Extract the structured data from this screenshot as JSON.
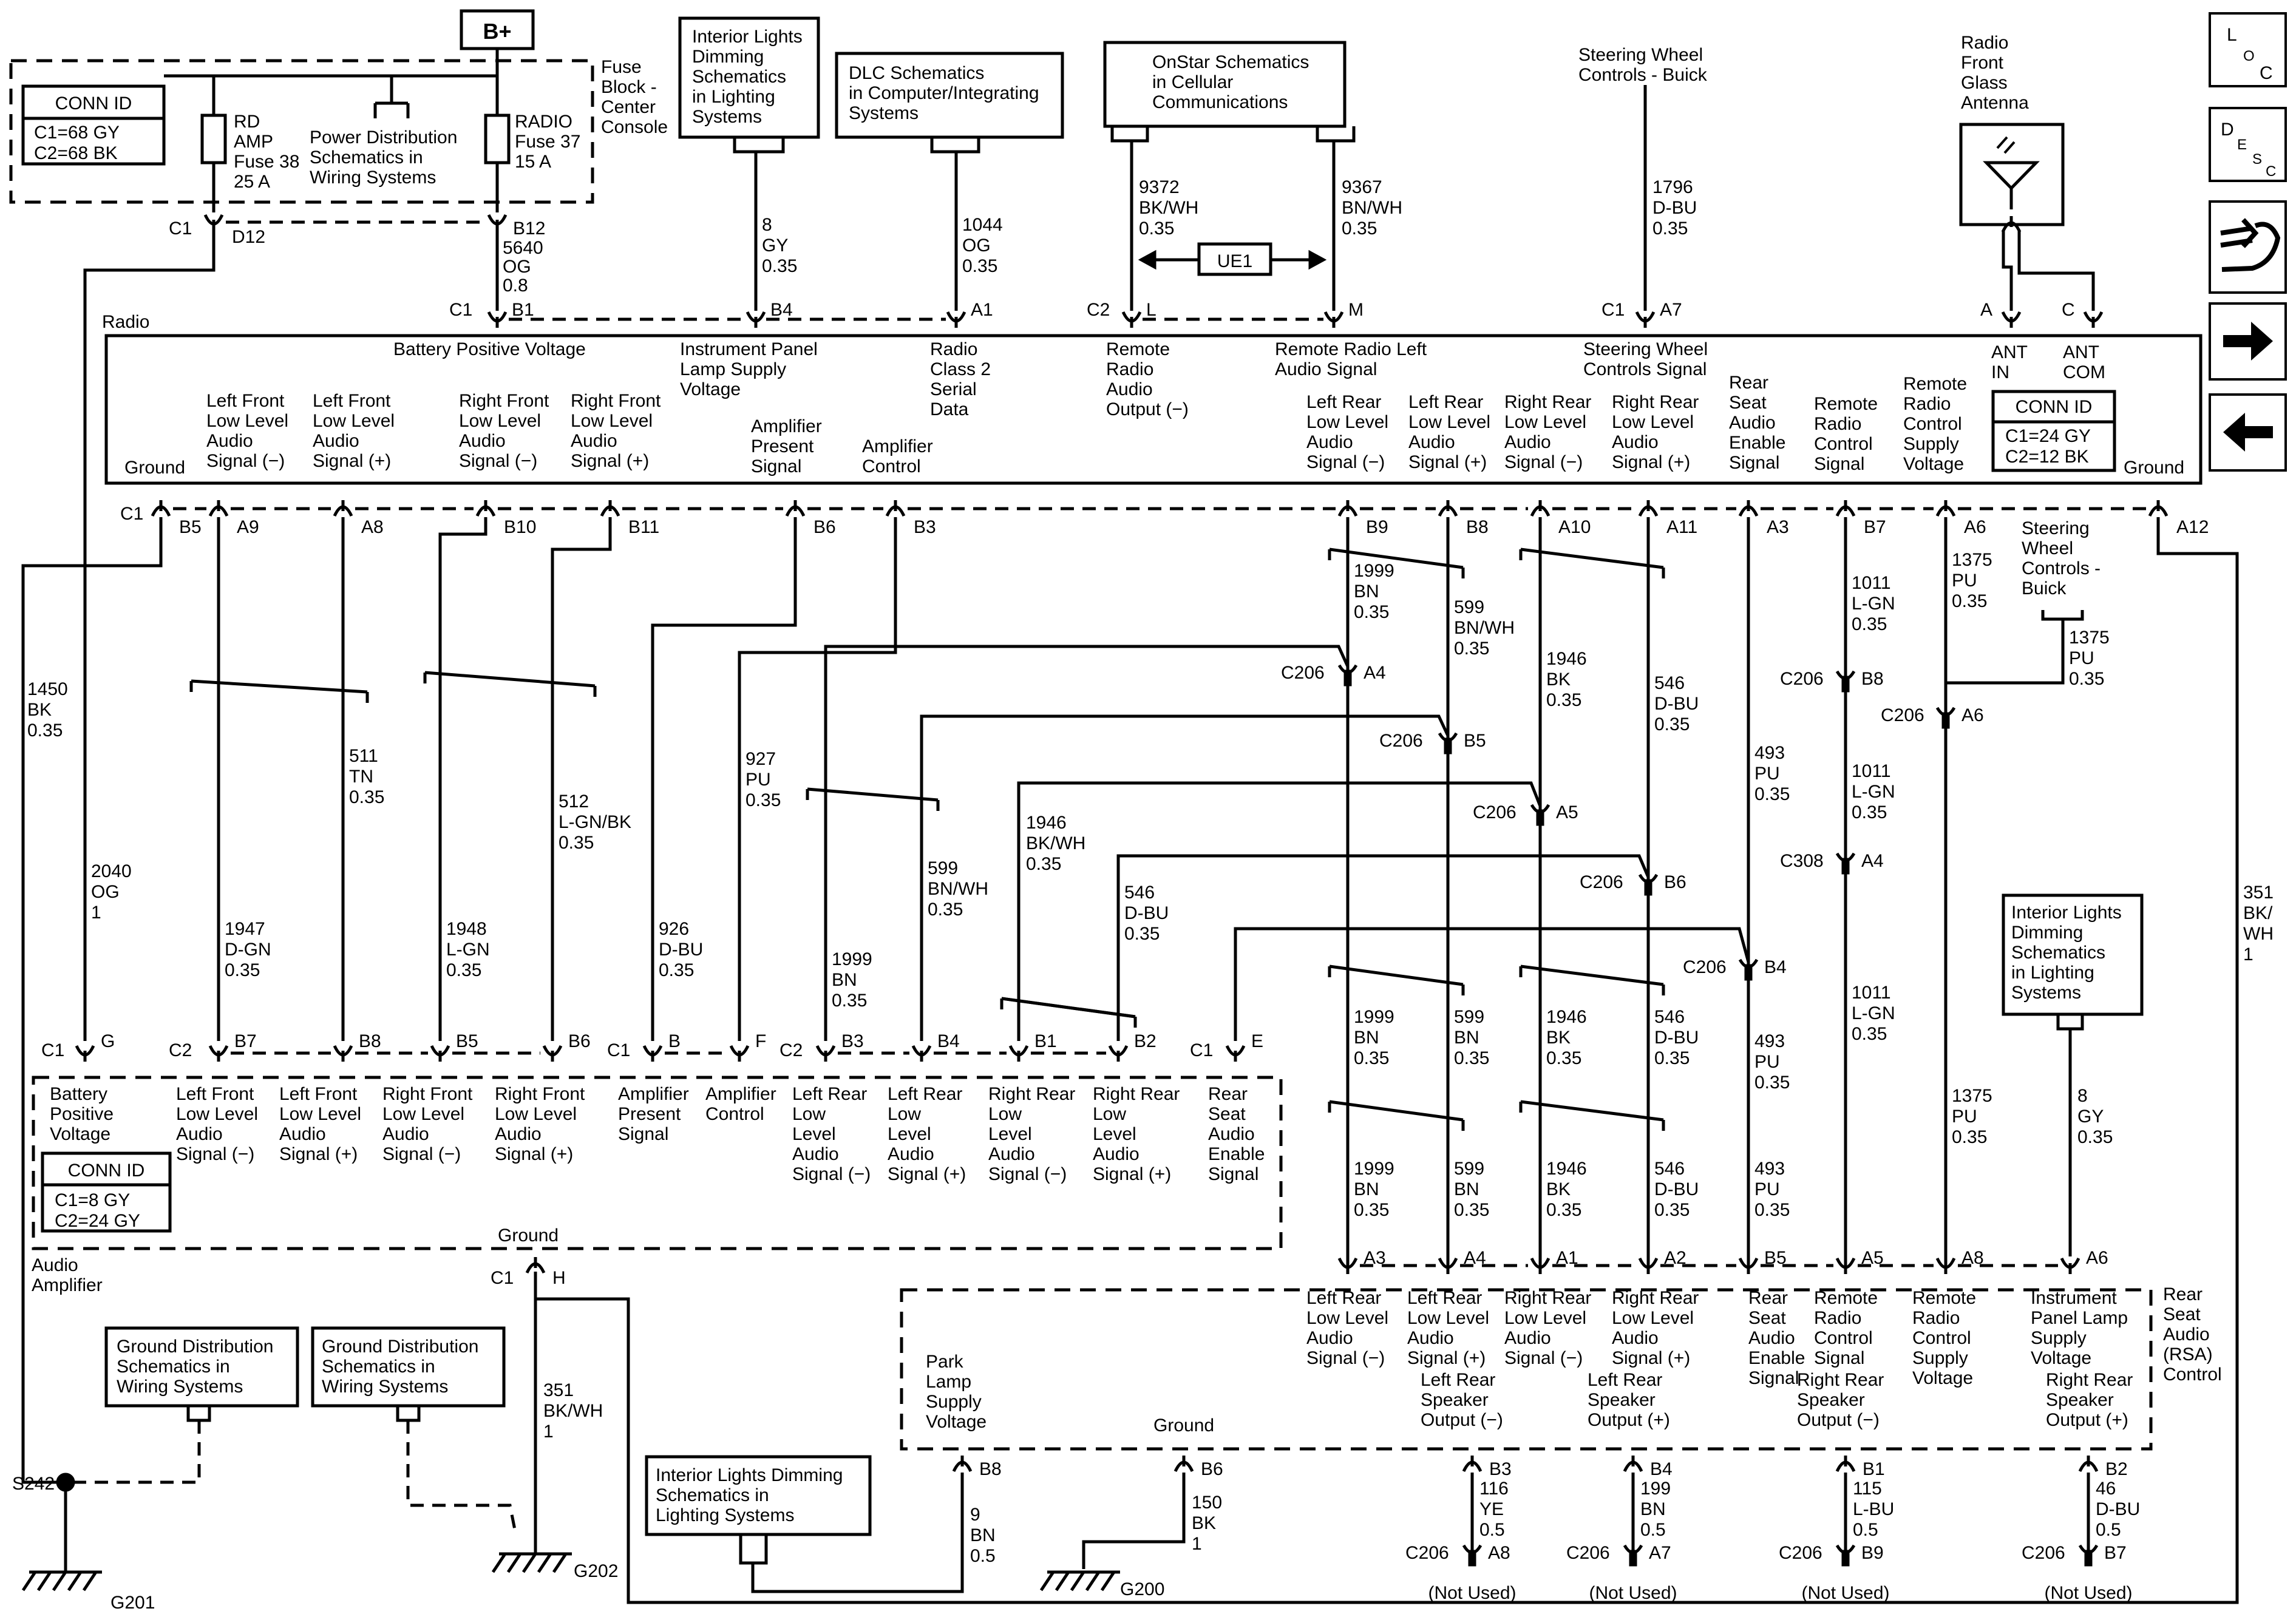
{
  "power": {
    "bplus": "B+"
  },
  "fuse_block": {
    "title": [
      "Fuse",
      "Block -",
      "Center",
      "Console"
    ],
    "conn_title": "CONN ID",
    "conn_lines": [
      "C1=68 GY",
      "C2=68 BK"
    ],
    "fuse_rd": [
      "RD",
      "AMP",
      "Fuse 38",
      "25 A"
    ],
    "fuse_radio": [
      "RADIO",
      "Fuse 37",
      "15 A"
    ],
    "power_dist": [
      "Power Distribution",
      "Schematics in",
      "Wiring  Systems"
    ],
    "c1": "C1",
    "d12": "D12",
    "b12": "B12"
  },
  "refs": {
    "interior_top": [
      "Interior Lights",
      "Dimming",
      "Schematics",
      "in Lighting",
      "Systems"
    ],
    "dlc": [
      "DLC Schematics",
      "in Computer/Integrating",
      "Systems"
    ],
    "onstar": [
      "OnStar Schematics",
      "in Cellular",
      "Communications"
    ],
    "steering_top": [
      "Steering Wheel",
      "Controls - Buick"
    ],
    "antenna": [
      "Radio",
      "Front",
      "Glass",
      "Antenna"
    ],
    "interior_right": [
      "Interior Lights",
      "Dimming",
      "Schematics",
      "in Lighting",
      "Systems"
    ],
    "interior_bottom": [
      "Interior Lights Dimming",
      "Schematics in",
      "Lighting Systems"
    ],
    "ground_dist_1": [
      "Ground Distribution",
      "Schematics in",
      "Wiring Systems"
    ],
    "ground_dist_2": [
      "Ground Distribution",
      "Schematics in",
      "Wiring Systems"
    ],
    "steering_mid": [
      "Steering",
      "Wheel",
      "Controls -",
      "Buick"
    ]
  },
  "wires": {
    "w5640": [
      "5640",
      "OG",
      "0.8"
    ],
    "w8gy": [
      "8",
      "GY",
      "0.35"
    ],
    "w1044": [
      "1044",
      "OG",
      "0.35"
    ],
    "w9372": [
      "9372",
      "BK/WH",
      "0.35"
    ],
    "w9367": [
      "9367",
      "BN/WH",
      "0.35"
    ],
    "w1796": [
      "1796",
      "D-BU",
      "0.35"
    ],
    "w1450": [
      "1450",
      "BK",
      "0.35"
    ],
    "w2040": [
      "2040",
      "OG",
      "1"
    ],
    "w1947": [
      "1947",
      "D-GN",
      "0.35"
    ],
    "w511": [
      "511",
      "TN",
      "0.35"
    ],
    "w1948": [
      "1948",
      "L-GN",
      "0.35"
    ],
    "w512": [
      "512",
      "L-GN/BK",
      "0.35"
    ],
    "w926": [
      "926",
      "D-BU",
      "0.35"
    ],
    "w927": [
      "927",
      "PU",
      "0.35"
    ],
    "w1999b": [
      "1999",
      "BN",
      "0.35"
    ],
    "w599b": [
      "599",
      "BN/WH",
      "0.35"
    ],
    "w1946b": [
      "1946",
      "BK/WH",
      "0.35"
    ],
    "w546b": [
      "546",
      "D-BU",
      "0.35"
    ],
    "w1999r1": [
      "1999",
      "BN",
      "0.35"
    ],
    "w599r1": [
      "599",
      "BN/WH",
      "0.35"
    ],
    "w1946r1": [
      "1946",
      "BK",
      "0.35"
    ],
    "w546r1": [
      "546",
      "D-BU",
      "0.35"
    ],
    "w493r1": [
      "493",
      "PU",
      "0.35"
    ],
    "w1011r1": [
      "1011",
      "L-GN",
      "0.35"
    ],
    "w1011r2": [
      "1011",
      "L-GN",
      "0.35"
    ],
    "w1011r3": [
      "1011",
      "L-GN",
      "0.35"
    ],
    "w1375r1": [
      "1375",
      "PU",
      "0.35"
    ],
    "w1375s": [
      "1375",
      "PU",
      "0.35"
    ],
    "w1375r2": [
      "1375",
      "PU",
      "0.35"
    ],
    "w351r": [
      "351",
      "BK/",
      "WH",
      "1"
    ],
    "w1999r2": [
      "1999",
      "BN",
      "0.35"
    ],
    "w599r2": [
      "599",
      "BN",
      "0.35"
    ],
    "w1946r2": [
      "1946",
      "BK",
      "0.35"
    ],
    "w546r2": [
      "546",
      "D-BU",
      "0.35"
    ],
    "w493r2": [
      "493",
      "PU",
      "0.35"
    ],
    "w1999r3": [
      "1999",
      "BN",
      "0.35"
    ],
    "w599r3": [
      "599",
      "BN",
      "0.35"
    ],
    "w1946r3": [
      "1946",
      "BK",
      "0.35"
    ],
    "w546r3": [
      "546",
      "D-BU",
      "0.35"
    ],
    "w493r3": [
      "493",
      "PU",
      "0.35"
    ],
    "w8gy_r": [
      "8",
      "GY",
      "0.35"
    ],
    "w351a": [
      "351",
      "BK/WH",
      "1"
    ],
    "w9": [
      "9",
      "BN",
      "0.5"
    ],
    "w150": [
      "150",
      "BK",
      "1"
    ],
    "w116": [
      "116",
      "YE",
      "0.5"
    ],
    "w199": [
      "199",
      "BN",
      "0.5"
    ],
    "w115": [
      "115",
      "L-BU",
      "0.5"
    ],
    "w46": [
      "46",
      "D-BU",
      "0.5"
    ]
  },
  "radio": {
    "title": "Radio",
    "conn_title": "CONN ID",
    "conn_lines": [
      "C1=24 GY",
      "C2=12 BK"
    ],
    "top_signals": {
      "battery": [
        "Battery Positive Voltage"
      ],
      "ip_lamp": [
        "Instrument Panel",
        "Lamp Supply",
        "Voltage"
      ],
      "class2": [
        "Radio",
        "Class 2",
        "Serial",
        "Data"
      ],
      "remote_out": [
        "Remote",
        "Radio",
        "Audio",
        "Output (−)"
      ],
      "remote_left": [
        "Remote Radio Left",
        "Audio Signal"
      ],
      "steering": [
        "Steering Wheel",
        "Controls Signal"
      ],
      "ant_in": [
        "ANT",
        "IN"
      ],
      "ant_com": [
        "ANT",
        "COM"
      ]
    },
    "bottom_signals": {
      "ground_l": [
        "Ground"
      ],
      "lf_neg": [
        "Left Front",
        "Low Level",
        "Audio",
        "Signal (−)"
      ],
      "lf_pos": [
        "Left Front",
        "Low Level",
        "Audio",
        "Signal (+)"
      ],
      "rf_neg": [
        "Right Front",
        "Low Level",
        "Audio",
        "Signal (−)"
      ],
      "rf_pos": [
        "Right Front",
        "Low Level",
        "Audio",
        "Signal (+)"
      ],
      "amp_present": [
        "Amplifier",
        "Present",
        "Signal"
      ],
      "amp_control": [
        "Amplifier",
        "Control"
      ],
      "lr_neg": [
        "Left Rear",
        "Low Level",
        "Audio",
        "Signal (−)"
      ],
      "lr_pos": [
        "Left Rear",
        "Low Level",
        "Audio",
        "Signal (+)"
      ],
      "rr_neg": [
        "Right Rear",
        "Low Level",
        "Audio",
        "Signal (−)"
      ],
      "rr_pos": [
        "Right Rear",
        "Low Level",
        "Audio",
        "Signal (+)"
      ],
      "rsa_enable": [
        "Rear",
        "Seat",
        "Audio",
        "Enable",
        "Signal"
      ],
      "remote_ctrl": [
        "Remote",
        "Radio",
        "Control",
        "Signal"
      ],
      "remote_supply": [
        "Remote",
        "Radio",
        "Control",
        "Supply",
        "Voltage"
      ],
      "ground_r": [
        "Ground"
      ]
    }
  },
  "pins": {
    "c1": "C1",
    "c2": "C2",
    "b1": "B1",
    "b4": "B4",
    "a1": "A1",
    "l": "L",
    "m": "M",
    "a7": "A7",
    "a": "A",
    "c": "C",
    "b5": "B5",
    "a9": "A9",
    "a8": "A8",
    "b10": "B10",
    "b11": "B11",
    "b6": "B6",
    "b3": "B3",
    "b9": "B9",
    "b8": "B8",
    "a10": "A10",
    "a11": "A11",
    "a3": "A3",
    "b7": "B7",
    "a6": "A6",
    "a12": "A12",
    "ue1": "UE1",
    "c206": "C206",
    "a4": "A4",
    "a5": "A5",
    "b6c": "B6",
    "b4c": "B4",
    "b5c": "B5",
    "b8c": "B8",
    "a6c": "A6",
    "c308": "C308",
    "a4c308": "A4",
    "g": "G",
    "b7a": "B7",
    "b8a": "B8",
    "b5a": "B5",
    "b6a": "B6",
    "b": "B",
    "f": "F",
    "b3a": "B3",
    "b4a": "B4",
    "b1a": "B1",
    "b2a": "B2",
    "e": "E",
    "h": "H",
    "ground_amp": "Ground",
    "rsa_a3": "A3",
    "rsa_a4": "A4",
    "rsa_a1": "A1",
    "rsa_a2": "A2",
    "rsa_b5": "B5",
    "rsa_a5": "A5",
    "rsa_a8": "A8",
    "rsa_a6": "A6",
    "rsa_b8": "B8",
    "rsa_b6": "B6",
    "rsa_ground": "Ground",
    "rsa_b3": "B3",
    "rsa_b4": "B4",
    "rsa_b1": "B1",
    "rsa_b2": "B2",
    "c206_a8": "A8",
    "c206_a7": "A7",
    "c206_b9": "B9",
    "c206_b7": "B7",
    "not_used": "(Not Used)",
    "s242": "S242",
    "g201": "G201",
    "g202": "G202",
    "g200": "G200"
  },
  "amp": {
    "title": [
      "Audio",
      "Amplifier"
    ],
    "conn_title": "CONN ID",
    "conn_lines": [
      "C1=8 GY",
      "C2=24 GY"
    ],
    "signals": {
      "battery": [
        "Battery",
        "Positive",
        "Voltage"
      ],
      "lf_neg": [
        "Left Front",
        "Low Level",
        "Audio",
        "Signal (−)"
      ],
      "lf_pos": [
        "Left Front",
        "Low Level",
        "Audio",
        "Signal (+)"
      ],
      "rf_neg": [
        "Right Front",
        "Low Level",
        "Audio",
        "Signal (−)"
      ],
      "rf_pos": [
        "Right Front",
        "Low Level",
        "Audio",
        "Signal (+)"
      ],
      "amp_present": [
        "Amplifier",
        "Present",
        "Signal"
      ],
      "amp_control": [
        "Amplifier",
        "Control"
      ],
      "lr_neg": [
        "Left Rear",
        "Low",
        "Level",
        "Audio",
        "Signal (−)"
      ],
      "lr_pos": [
        "Left Rear",
        "Low",
        "Level",
        "Audio",
        "Signal (+)"
      ],
      "rr_neg": [
        "Right Rear",
        "Low",
        "Level",
        "Audio",
        "Signal (−)"
      ],
      "rr_pos": [
        "Right Rear",
        "Low",
        "Level",
        "Audio",
        "Signal (+)"
      ],
      "rsa_enable": [
        "Rear",
        "Seat",
        "Audio",
        "Enable",
        "Signal"
      ]
    }
  },
  "rsa": {
    "title": [
      "Rear",
      "Seat",
      "Audio",
      "(RSA)",
      "Control"
    ],
    "signals": {
      "lr_neg": [
        "Left Rear",
        "Low Level",
        "Audio",
        "Signal (−)"
      ],
      "lr_pos": [
        "Left Rear",
        "Low Level",
        "Audio",
        "Signal (+)"
      ],
      "rr_neg": [
        "Right Rear",
        "Low Level",
        "Audio",
        "Signal (−)"
      ],
      "rr_pos": [
        "Right Rear",
        "Low Level",
        "Audio",
        "Signal (+)"
      ],
      "enable": [
        "Rear",
        "Seat",
        "Audio",
        "Enable",
        "Signal"
      ],
      "remote_ctrl": [
        "Remote",
        "Radio",
        "Control",
        "Signal"
      ],
      "remote_supply": [
        "Remote",
        "Radio",
        "Control",
        "Supply",
        "Voltage"
      ],
      "ip_lamp": [
        "Instrument",
        "Panel Lamp",
        "Supply",
        "Voltage"
      ],
      "park_lamp": [
        "Park",
        "Lamp",
        "Supply",
        "Voltage"
      ],
      "lr_spk_neg": [
        "Left Rear",
        "Speaker",
        "Output (−)"
      ],
      "lr_spk_pos": [
        "Left Rear",
        "Speaker",
        "Output (+)"
      ],
      "rr_spk_neg": [
        "Right Rear",
        "Speaker",
        "Output (−)"
      ],
      "rr_spk_pos": [
        "Right Rear",
        "Speaker",
        "Output (+)"
      ]
    }
  },
  "nav": {
    "loc": [
      "L",
      "O",
      "C"
    ],
    "desc": [
      "D",
      "E",
      "S",
      "C"
    ]
  },
  "icons": [
    "connector-hand-icon",
    "arrow-right-icon",
    "arrow-left-icon",
    "antenna-icon",
    "ground-icon"
  ],
  "colors": {
    "line": "#000000",
    "background": "#ffffff"
  }
}
